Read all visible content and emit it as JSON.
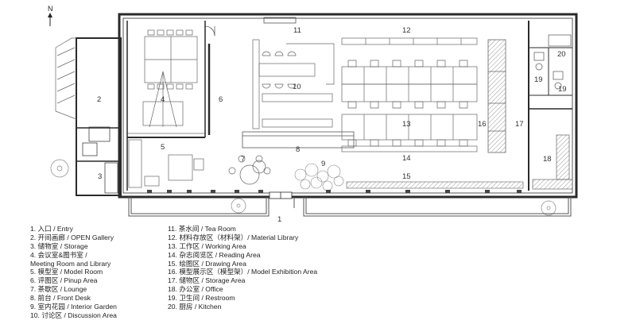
{
  "north_label": "N",
  "room_numbers": [
    "1",
    "2",
    "3",
    "4",
    "5",
    "6",
    "7",
    "8",
    "9",
    "10",
    "11",
    "12",
    "13",
    "14",
    "15",
    "16",
    "17",
    "18",
    "19",
    "19",
    "20"
  ],
  "legend": [
    "1.  入口 / Entry",
    "2.  开间画廊 / OPEN Gallery",
    "3.  储物室 / Storage",
    "4.  会议室&图书室 /",
    "     Meeting Room and Library",
    "5.  模型室 / Model Room",
    "6.  评图区 / Pinup Area",
    "7.  茶歇区 / Lounge",
    "8.  前台 / Front Desk",
    "9.  室内花园 / Interior Garden",
    "10. 讨论区 / Discussion Area",
    "11. 茶水间 / Tea Room",
    "12. 材料存放区（材料架）/ Material Library",
    "13. 工作区 / Working Area",
    "14. 杂志阅览区 / Reading Area",
    "15. 绘图区 / Drawing Area",
    "16. 模型展示区（模型架）/ Model Exhibition Area",
    "17. 储物区 / Storage Area",
    "18. 办公室 / Office",
    "19. 卫生间 / Restroom",
    "20. 厨房 / Kitchen"
  ],
  "colors": {
    "wall": "#2a2a2a",
    "furniture": "#777777",
    "hatch": "#999999",
    "background": "#ffffff"
  }
}
